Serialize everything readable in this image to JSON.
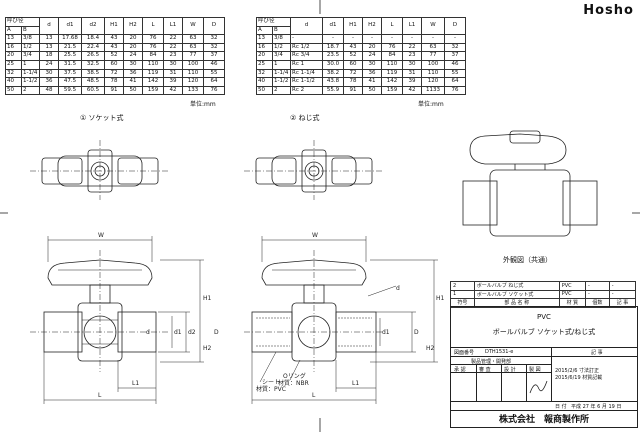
{
  "brand": "Hosho",
  "table_left": {
    "header_top": [
      "呼び径",
      "d",
      "d1",
      "d2",
      "H1",
      "H2",
      "L",
      "L1",
      "W",
      "D"
    ],
    "header_sub": [
      "A",
      "B"
    ],
    "rows": [
      [
        "13",
        "3/8",
        "13",
        "17.68",
        "18.4",
        "43",
        "20",
        "76",
        "22",
        "63",
        "32"
      ],
      [
        "16",
        "1/2",
        "13",
        "21.5",
        "22.4",
        "43",
        "20",
        "76",
        "22",
        "63",
        "32"
      ],
      [
        "20",
        "3/4",
        "18",
        "25.5",
        "26.5",
        "52",
        "24",
        "84",
        "23",
        "77",
        "37"
      ],
      [
        "25",
        "1",
        "24",
        "31.5",
        "32.5",
        "60",
        "30",
        "110",
        "30",
        "100",
        "46"
      ],
      [
        "32",
        "1-1/4",
        "30",
        "37.5",
        "38.5",
        "72",
        "36",
        "119",
        "31",
        "110",
        "55"
      ],
      [
        "40",
        "1-1/2",
        "36",
        "47.5",
        "48.5",
        "78",
        "41",
        "142",
        "39",
        "120",
        "64"
      ],
      [
        "50",
        "2",
        "48",
        "59.5",
        "60.5",
        "91",
        "50",
        "159",
        "42",
        "133",
        "76"
      ]
    ]
  },
  "table_right": {
    "header_top": [
      "呼び径",
      "d",
      "d1",
      "H1",
      "H2",
      "L",
      "L1",
      "W",
      "D"
    ],
    "header_sub": [
      "A",
      "B"
    ],
    "rows": [
      [
        "13",
        "3/8",
        "-",
        "-",
        "-",
        "-",
        "-",
        "-",
        "-",
        "-"
      ],
      [
        "16",
        "1/2",
        "Rc 1/2",
        "18.7",
        "43",
        "20",
        "76",
        "22",
        "63",
        "32"
      ],
      [
        "20",
        "3/4",
        "Rc 3/4",
        "23.5",
        "52",
        "24",
        "84",
        "23",
        "77",
        "37"
      ],
      [
        "25",
        "1",
        "Rc 1",
        "30.0",
        "60",
        "30",
        "110",
        "30",
        "100",
        "46"
      ],
      [
        "32",
        "1-1/4",
        "Rc 1-1/4",
        "38.2",
        "72",
        "36",
        "119",
        "31",
        "110",
        "55"
      ],
      [
        "40",
        "1-1/2",
        "Rc 1-1/2",
        "43.8",
        "78",
        "41",
        "142",
        "39",
        "120",
        "64"
      ],
      [
        "50",
        "2",
        "Rc 2",
        "55.9",
        "91",
        "50",
        "159",
        "42",
        "1133",
        "76"
      ]
    ]
  },
  "unit_label": "単位:mm",
  "view_titles": {
    "socket": "① ソケット式",
    "screw": "② ねじ式",
    "exterior": "外観図（共通）"
  },
  "dims": {
    "W": "W",
    "H1": "H1",
    "H2": "H2",
    "L": "L",
    "L1": "L1",
    "d": "d",
    "d1": "d1",
    "d2": "d2",
    "D": "D"
  },
  "callouts": {
    "seat": "シート",
    "seat_material": "材質：PVC",
    "oring": "Oリング",
    "oring_material": "材質：NBR"
  },
  "parts_list": {
    "rows": [
      [
        "2",
        "ボールバルブ ねじ式",
        "PVC",
        "-",
        "-"
      ],
      [
        "1",
        "ボールバルブ ソケット式",
        "PVC",
        "-",
        "-"
      ]
    ],
    "header": [
      "符号",
      "部 品 名 称",
      "材 質",
      "個数",
      "記 事"
    ]
  },
  "title_block": {
    "material": "PVC",
    "product_name": "ボールバルブ ソケット式/ねじ式",
    "drawing_no_label": "図面番号",
    "drawing_no": "DTH1531-e",
    "notes_label": "記 事",
    "approval_row_label": "製品管理・開発部",
    "approvals": [
      "承 認",
      "審 査",
      "設 計",
      "製 図"
    ],
    "revisions": [
      "2015/2/6 寸法訂正",
      "2015/6/19 材質記載"
    ],
    "date_label": "日 付",
    "date": "平成 27 年 6 月 19 日",
    "company": "株式会社　報商製作所"
  },
  "colors": {
    "line": "#222222",
    "hatch": "#555555",
    "body": "#ffffff"
  }
}
